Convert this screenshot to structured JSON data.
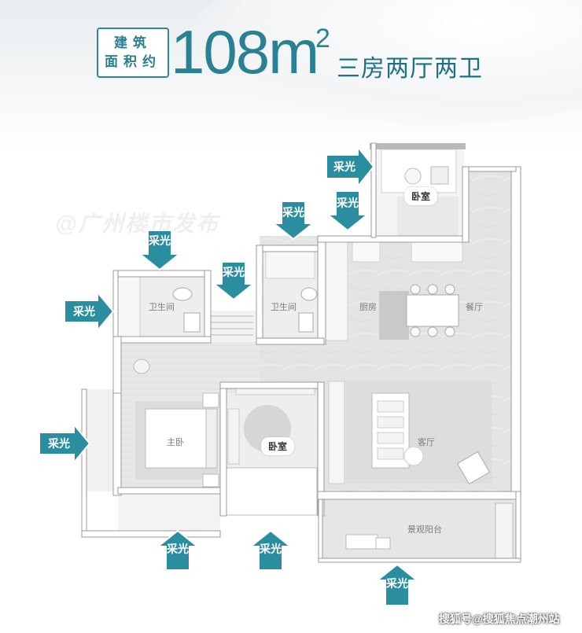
{
  "header": {
    "badge_line1": "建筑",
    "badge_line2": "面积约",
    "area_value": "108m",
    "area_superscript": "2",
    "layout_name": "三房两厅两卫"
  },
  "watermarks": {
    "top": "@广州楼市发布",
    "bottom": "搜狐号@搜狐焦点潮州站"
  },
  "daylight_label": "采光",
  "rooms": {
    "bedroom_top": "卧室",
    "bedroom_mid": "卧室",
    "bathroom_left": "卫生间",
    "bathroom_mid": "卫生间",
    "kitchen": "厨房",
    "dining": "餐厅",
    "master": "主卧",
    "living": "客厅",
    "balcony": "景观阳台"
  },
  "colors": {
    "accent": "#2a8193",
    "arrow_fill": "#2a8da0",
    "floor_grey": "#e4e4e4",
    "wall": "#ffffff"
  }
}
